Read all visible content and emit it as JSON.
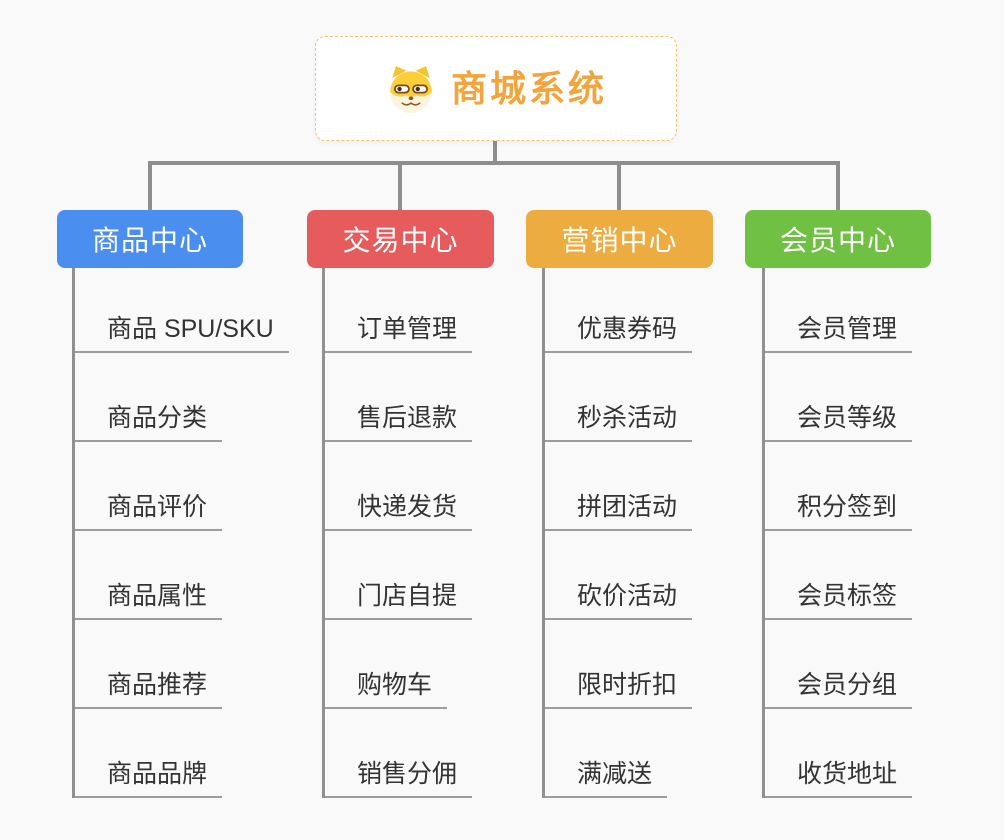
{
  "root": {
    "title": "商城系统",
    "icon": "doge-icon"
  },
  "branches": [
    {
      "label": "商品中心",
      "color": "#4a8ff0",
      "children": [
        "商品 SPU/SKU",
        "商品分类",
        "商品评价",
        "商品属性",
        "商品推荐",
        "商品品牌"
      ]
    },
    {
      "label": "交易中心",
      "color": "#e65c5c",
      "children": [
        "订单管理",
        "售后退款",
        "快递发货",
        "门店自提",
        "购物车",
        "销售分佣"
      ]
    },
    {
      "label": "营销中心",
      "color": "#ecac3f",
      "children": [
        "优惠券码",
        "秒杀活动",
        "拼团活动",
        "砍价活动",
        "限时折扣",
        "满减送"
      ]
    },
    {
      "label": "会员中心",
      "color": "#6fc043",
      "children": [
        "会员管理",
        "会员等级",
        "积分签到",
        "会员标签",
        "会员分组",
        "收货地址"
      ]
    }
  ],
  "style": {
    "connector_color": "#8e8e8e",
    "root_border_color": "#f3c173",
    "root_title_color": "#f2a53d",
    "leaf_text_color": "#333333",
    "background_color": "#f9f9f9"
  }
}
